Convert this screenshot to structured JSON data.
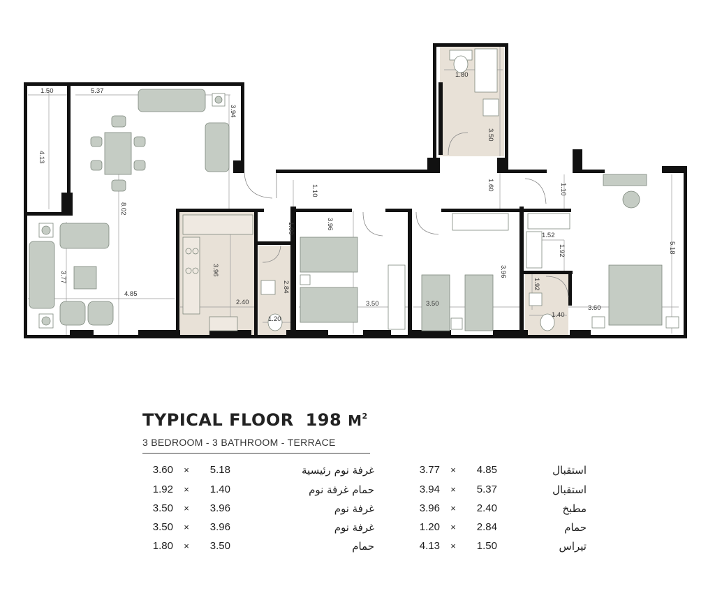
{
  "title": {
    "main": "TYPICAL FLOOR",
    "area_value": "198",
    "area_unit": "M",
    "area_sup": "2"
  },
  "subtitle": "3 BEDROOM - 3 BATHROOM -  TERRACE",
  "rooms_left": [
    {
      "a": "3.60",
      "x": "×",
      "b": "5.18",
      "name": "غرفة نوم رئيسية"
    },
    {
      "a": "1.92",
      "x": "×",
      "b": "1.40",
      "name": "حمام غرفة نوم"
    },
    {
      "a": "3.50",
      "x": "×",
      "b": "3.96",
      "name": "غرفة نوم"
    },
    {
      "a": "3.50",
      "x": "×",
      "b": "3.96",
      "name": "غرفة نوم"
    },
    {
      "a": "1.80",
      "x": "×",
      "b": "3.50",
      "name": "حمام"
    }
  ],
  "rooms_right": [
    {
      "a": "3.77",
      "x": "×",
      "b": "4.85",
      "name": "استقبال"
    },
    {
      "a": "3.94",
      "x": "×",
      "b": "5.37",
      "name": "استقبال"
    },
    {
      "a": "3.96",
      "x": "×",
      "b": "2.40",
      "name": "مطبخ"
    },
    {
      "a": "1.20",
      "x": "×",
      "b": "2.84",
      "name": "حمام"
    },
    {
      "a": "4.13",
      "x": "×",
      "b": "1.50",
      "name": "تيراس"
    }
  ],
  "plan_dims": {
    "terrace_w": "1.50",
    "terrace_h": "4.13",
    "living_w": "5.37",
    "living_h": "3.94",
    "hall_len": "8.02",
    "reception_h": "3.77",
    "reception_w": "4.85",
    "kitchen_h": "3.96",
    "kitchen_w": "2.40",
    "bath1_h": "2.84",
    "bath1_w": "1.20",
    "corridor_a": "1.10",
    "corridor_b": "1.00",
    "bed1_h": "3.96",
    "bed1_w": "3.50",
    "bed2_h": "3.96",
    "bed2_w": "3.50",
    "bath2_w": "1.80",
    "bath2_h": "3.50",
    "corridor_c": "1.60",
    "corridor_d": "1.10",
    "dress_w": "1.52",
    "dress_h": "1.92",
    "master_h": "5.18",
    "master_w": "3.60",
    "ens_h": "1.92",
    "ens_w": "1.40"
  },
  "colors": {
    "wall": "#111111",
    "wet_floor": "#e8e1d7",
    "furniture": "#c5ccc4",
    "furniture_stroke": "#7e887d",
    "dim_line": "#8a8a8a"
  }
}
